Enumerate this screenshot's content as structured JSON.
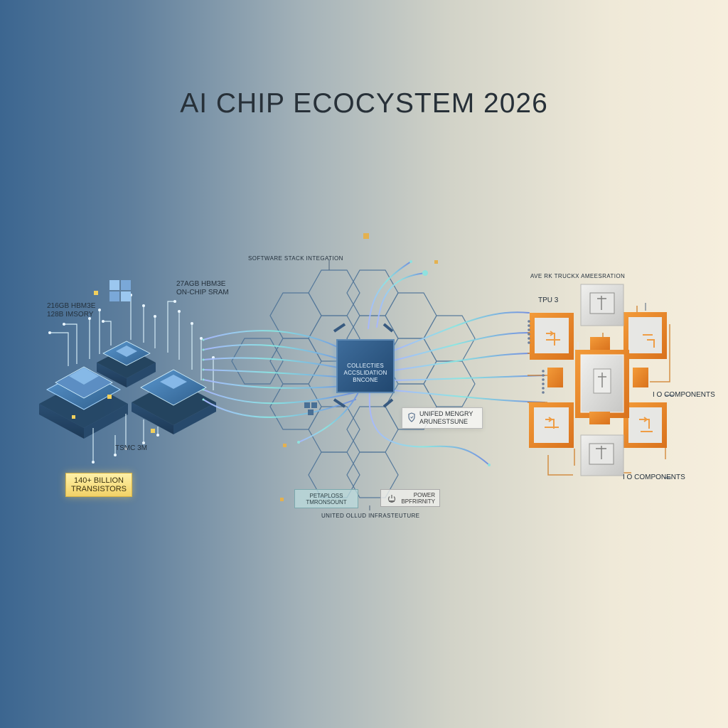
{
  "title": "AI CHIP ECOCYSTEM 2026",
  "labels": {
    "left_memory_line1": "216GB HBM3e",
    "left_memory_line2": "128B IMSORY",
    "top_memory_line1": "27AGB HBM3e",
    "top_memory_line2": "ON-CHIP SRAM",
    "tsmc": "TSMC 3M",
    "software_stack": "SOFTWARE STACK INTEGATION",
    "center_line1": "COLLECTIES",
    "center_line2": "ACCSLIDATION",
    "center_line3": "BNCONE",
    "memory_line1": "UNIFED MENGRY",
    "memory_line2": "ARUNESTSUNE",
    "petaplos_line1": "PETAPLOSS",
    "petaplos_line2": "TMRONSOUNT",
    "power_line1": "POWER",
    "power_line2": "BPFRIRNITY",
    "cloud": "UNITED OLLUD INFRASTEUTURE",
    "architecture": "AVE RK TRUCKX AMEESRATION",
    "tpu": "TPU 3",
    "io_right_1": "I O COMPONENTS",
    "io_right_2": "I O COMPONENTS",
    "badge_line1": "140+ BILLION",
    "badge_line2": "TRANSISTORS"
  },
  "colors": {
    "blue_chip": "#3a6f9c",
    "teal_flow": "#7bd1d3",
    "orange_chip": "#e58a2e",
    "gold": "#f5d36e"
  },
  "icons": {
    "grid": "grid-icon",
    "shield": "shield-icon",
    "power": "power-icon",
    "chip": "chip-icon"
  }
}
